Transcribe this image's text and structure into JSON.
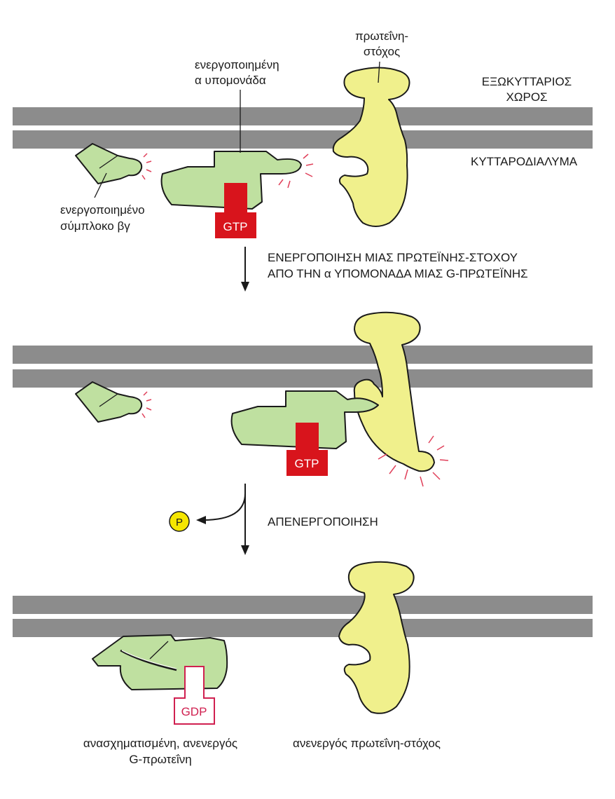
{
  "labels": {
    "target_protein": [
      "πρωτεΐνη-",
      "στόχος"
    ],
    "activated_alpha": [
      "ενεργοποιημένη",
      "α υπομονάδα"
    ],
    "extracellular": [
      "ΕΞΩΚΥΤΤΑΡΙΟΣ",
      "ΧΩΡΟΣ"
    ],
    "cytosol": "ΚΥΤΤΑΡΟΔΙΑΛΥΜΑ",
    "activated_bg": [
      "ενεργοποιημένο",
      "σύμπλοκο βγ"
    ],
    "step1": [
      "ΕΝΕΡΓΟΠΟΙΗΣΗ ΜΙΑΣ ΠΡΩΤΕΪΝΗΣ-ΣΤΟΧΟΥ",
      "ΑΠΟ ΤΗΝ α ΥΠΟΜΟΝΑΔΑ ΜΙΑΣ G-ΠΡΩΤΕΪΝΗΣ"
    ],
    "step2": "ΑΠΕΝΕΡΓΟΠΟΙΗΣΗ",
    "phosphate": "P",
    "reformed_g": [
      "ανασχηματισμένη, ανενεργός",
      "G-πρωτεΐνη"
    ],
    "inactive_target": "ανενεργός πρωτεΐνη-στόχος"
  },
  "nucleotides": {
    "gtp_1": "GTP",
    "gtp_2": "GTP",
    "gdp": "GDP"
  },
  "colors": {
    "membrane": "#8c8c8c",
    "g_protein": "#bfe0a0",
    "target": "#f0f08c",
    "gtp": "#d8141c",
    "gdp": "#d02050",
    "activation_rays": "#e0405a",
    "phosphate": "#f5e600"
  }
}
